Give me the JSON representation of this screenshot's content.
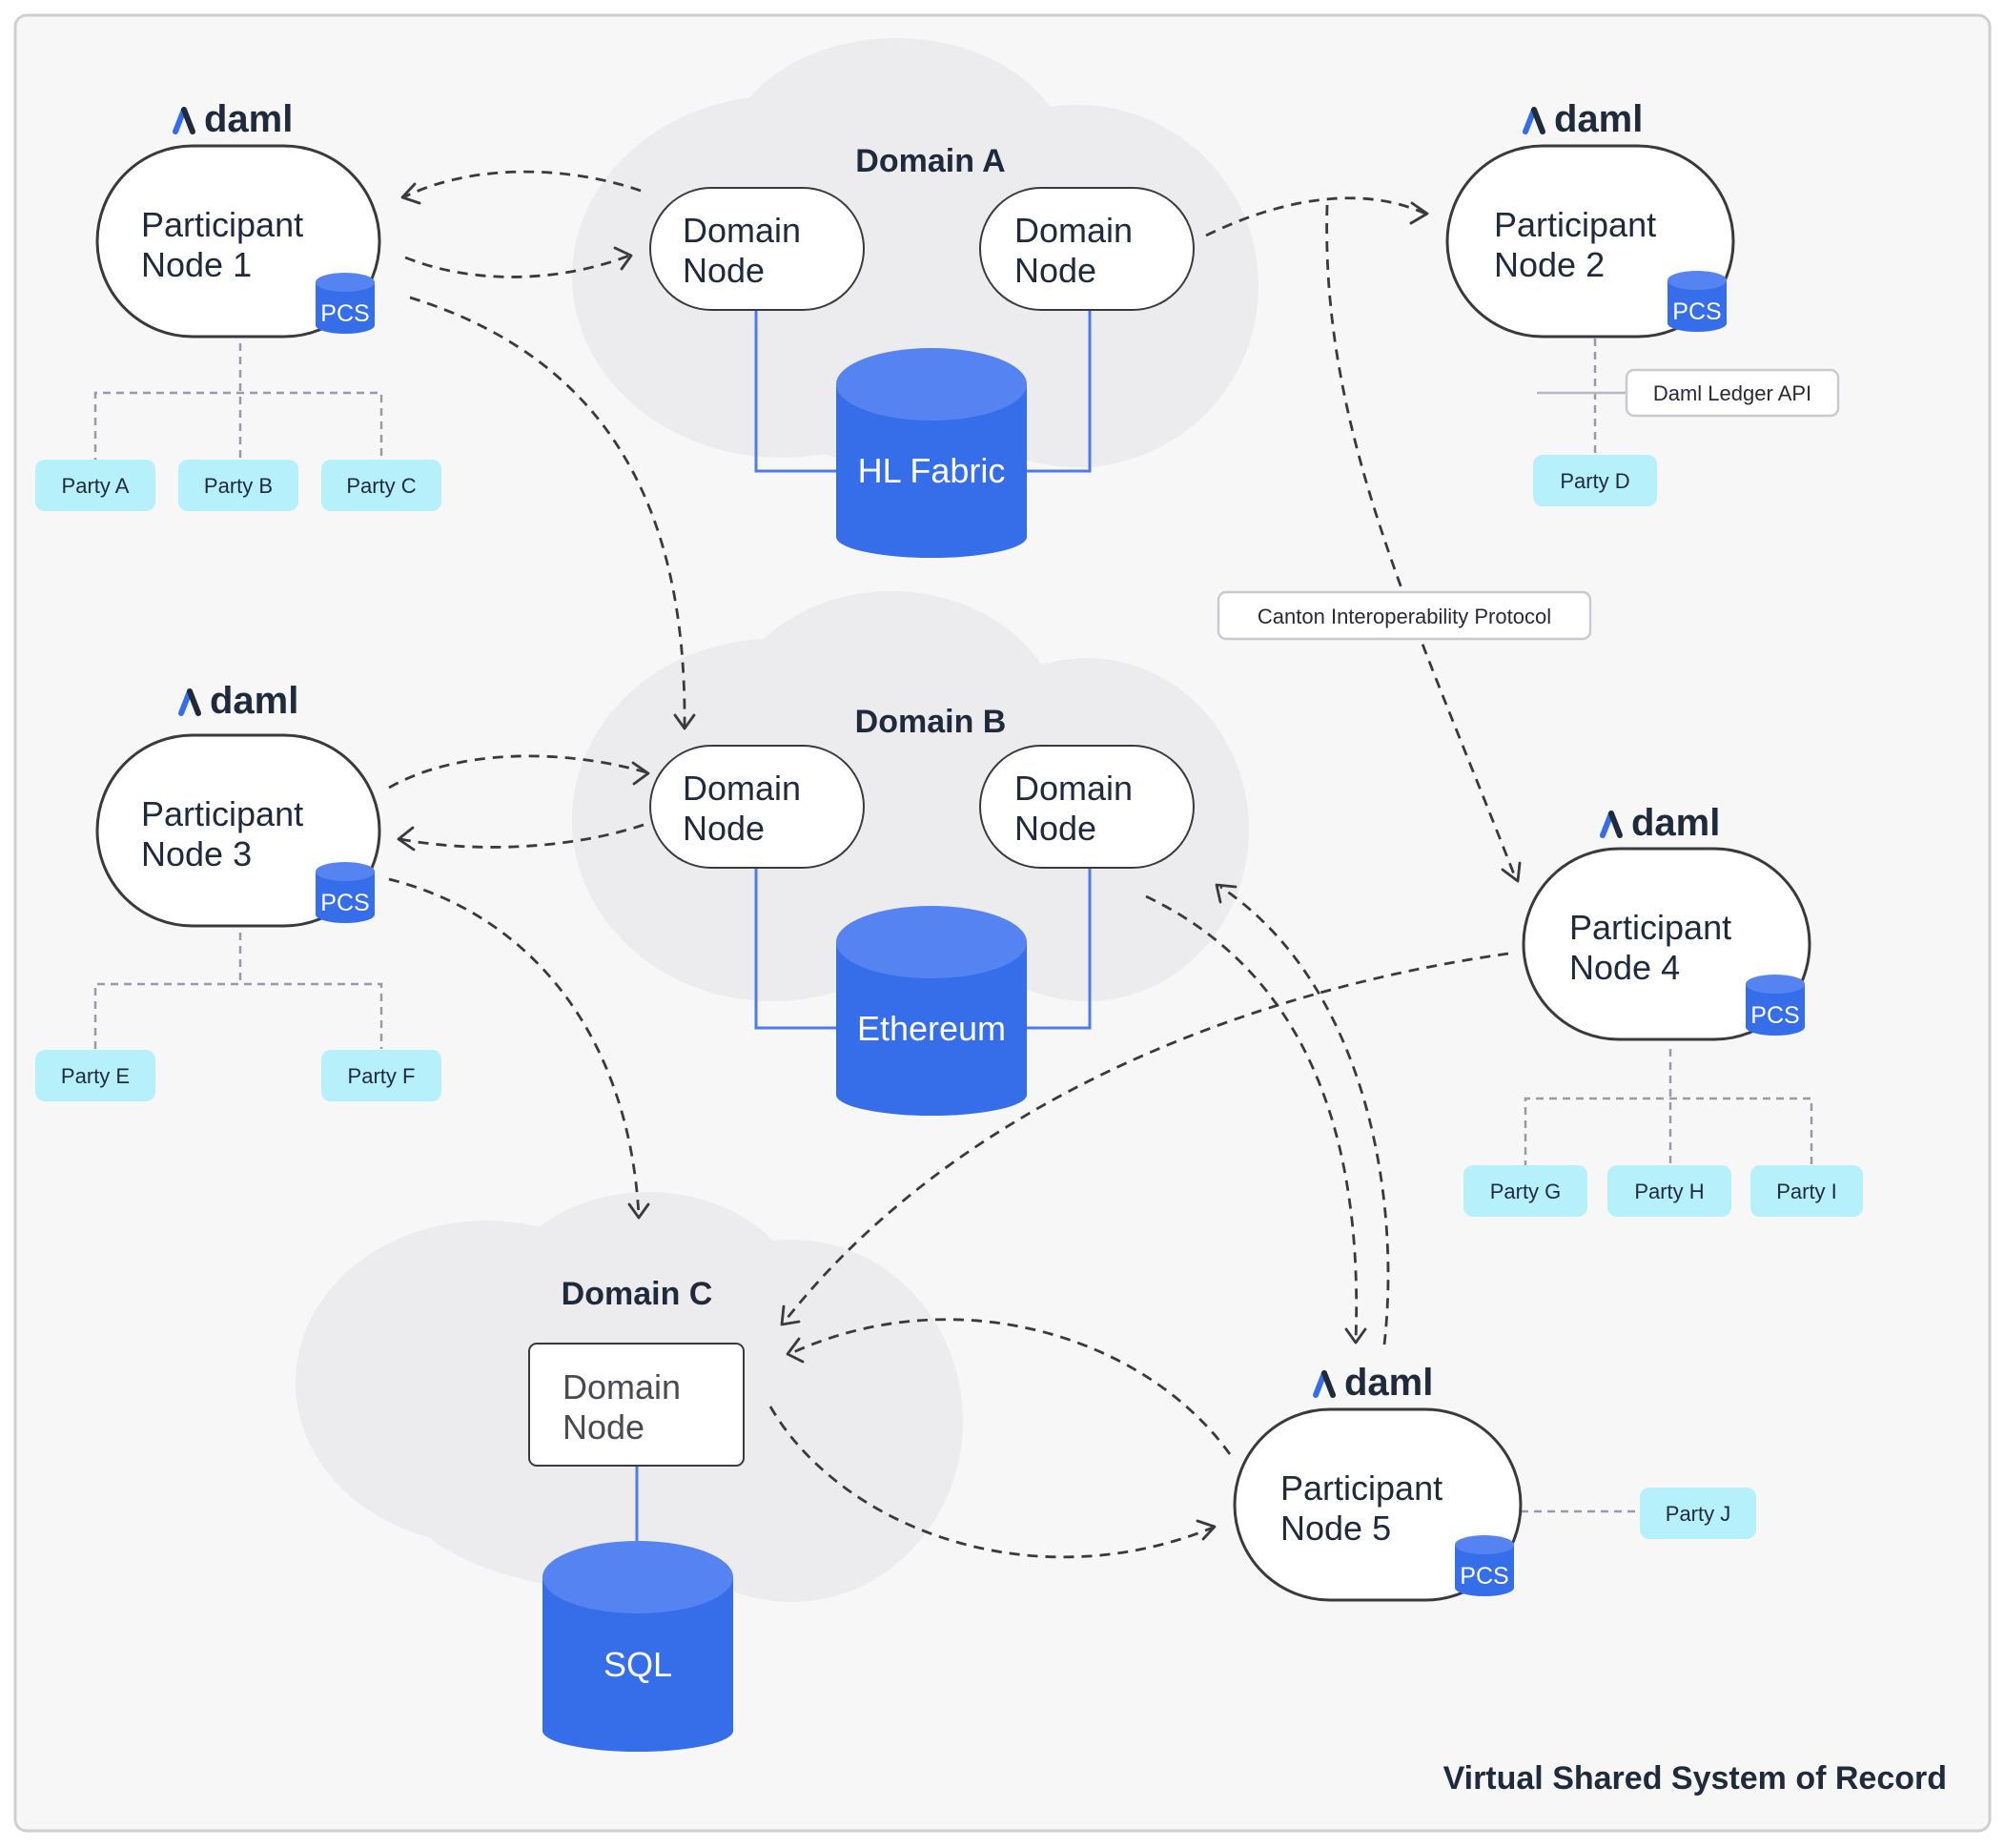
{
  "brand": {
    "logo_text": "daml"
  },
  "domains": {
    "a": {
      "title": "Domain A",
      "node_labels": [
        [
          "Domain",
          "Node"
        ],
        [
          "Domain",
          "Node"
        ]
      ],
      "ledger": "HL Fabric"
    },
    "b": {
      "title": "Domain B",
      "node_labels": [
        [
          "Domain",
          "Node"
        ],
        [
          "Domain",
          "Node"
        ]
      ],
      "ledger": "Ethereum"
    },
    "c": {
      "title": "Domain C",
      "node_labels": [
        [
          "Domain",
          "Node"
        ]
      ],
      "ledger": "SQL"
    }
  },
  "participants": {
    "p1": {
      "line1": "Participant",
      "line2": "Node 1",
      "store": "PCS",
      "parties": [
        "Party A",
        "Party B",
        "Party C"
      ]
    },
    "p2": {
      "line1": "Participant",
      "line2": "Node 2",
      "store": "PCS",
      "parties": [
        "Party D"
      ]
    },
    "p3": {
      "line1": "Participant",
      "line2": "Node 3",
      "store": "PCS",
      "parties": [
        "Party E",
        "Party F"
      ]
    },
    "p4": {
      "line1": "Participant",
      "line2": "Node 4",
      "store": "PCS",
      "parties": [
        "Party G",
        "Party H",
        "Party I"
      ]
    },
    "p5": {
      "line1": "Participant",
      "line2": "Node 5",
      "store": "PCS",
      "parties": [
        "Party J"
      ]
    }
  },
  "callouts": {
    "ledger_api": "Daml Ledger API",
    "interop_protocol": "Canton Interoperability Protocol"
  },
  "footer": "Virtual Shared System of Record",
  "colors": {
    "background": "#f7f7f8",
    "cloud": "#ececee",
    "ledger_blue": "#356ee8",
    "party_cyan": "#b6f0fb",
    "text_dark": "#1f2a3c"
  }
}
